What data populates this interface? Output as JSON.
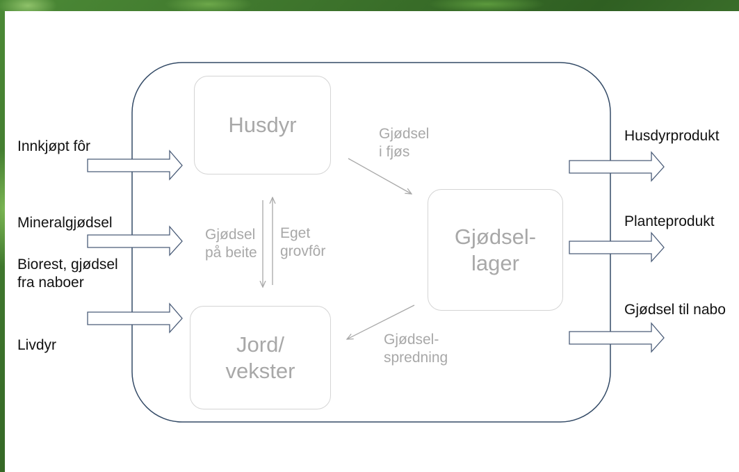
{
  "nodes": {
    "husdyr": "Husdyr",
    "gjodsellager": "Gjødsel-\nlager",
    "jord_vekster": "Jord/\nvekster"
  },
  "flows": {
    "gjodsel_i_fjos": "Gjødsel\ni fjøs",
    "gjodsel_pa_beite": "Gjødsel\npå beite",
    "eget_grovfor": "Eget\ngrovfôr",
    "gjodselspredning": "Gjødsel-\nspredning"
  },
  "inputs": {
    "innkjopt_for": "Innkjøpt fôr",
    "mineralgjodsel": "Mineralgjødsel",
    "biorest": "Biorest, gjødsel\nfra naboer",
    "livdyr": "Livdyr"
  },
  "outputs": {
    "husdyrprodukt": "Husdyrprodukt",
    "planteprodukt": "Planteprodukt",
    "gjodsel_til_nabo": "Gjødsel til nabo"
  },
  "colors": {
    "boundary": "#334a66",
    "arrow_outline": "#4a5c78",
    "internal_arrow": "#a8a8a8",
    "node_text": "#a8a8a8",
    "label_text": "#111111"
  }
}
